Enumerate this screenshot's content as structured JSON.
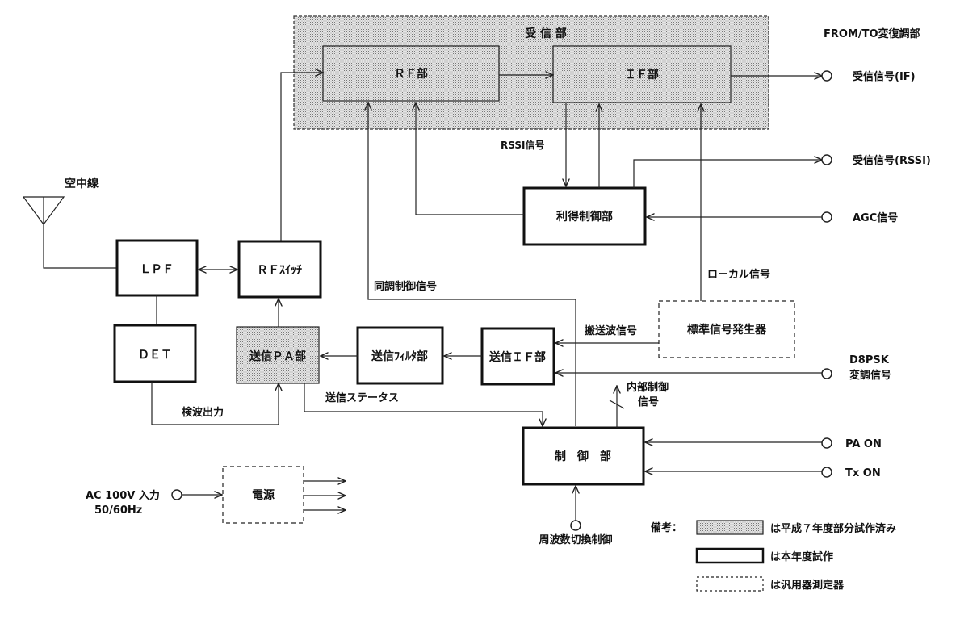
{
  "region": {
    "receiver_title": "受 信 部"
  },
  "blocks": {
    "rf": "ＲＦ部",
    "if": "ＩＦ部",
    "gain_ctrl": "利得制御部",
    "lpf": "ＬＰＦ",
    "rf_switch": "ＲＦｽｲｯﾁ",
    "det": "ＤＥＴ",
    "tx_pa": "送信ＰＡ部",
    "tx_filter": "送信ﾌｨﾙﾀ部",
    "tx_if": "送信ＩＦ部",
    "std_sig_gen": "標準信号発生器",
    "controller": "制　御　部",
    "power": "電源"
  },
  "labels": {
    "from_to_demod": "FROM/TO変復調部",
    "antenna": "空中線",
    "rssi_signal": "RSSI信号",
    "tuning_ctrl": "同調制御信号",
    "local_signal": "ローカル信号",
    "carrier_signal": "搬送波信号",
    "detect_output": "検波出力",
    "tx_status": "送信ステータス",
    "internal_ctrl_1": "内部制御",
    "internal_ctrl_2": "信号",
    "freq_switch": "周波数切換制御",
    "ac_input_1": "AC 100V 入力",
    "ac_input_2": "50/60Hz"
  },
  "terminals": {
    "rx_if": "受信信号(IF)",
    "rx_rssi": "受信信号(RSSI)",
    "agc": "AGC信号",
    "d8psk_1": "D8PSK",
    "d8psk_2": "変調信号",
    "pa_on": "PA ON",
    "tx_on": "Tx ON"
  },
  "legend": {
    "title": "備考：",
    "items": [
      {
        "style": "dotted-fill",
        "text": "は平成７年度部分試作済み"
      },
      {
        "style": "thick-border",
        "text": "は本年度試作"
      },
      {
        "style": "dashed-border",
        "text": "は汎用器測定器"
      }
    ]
  }
}
